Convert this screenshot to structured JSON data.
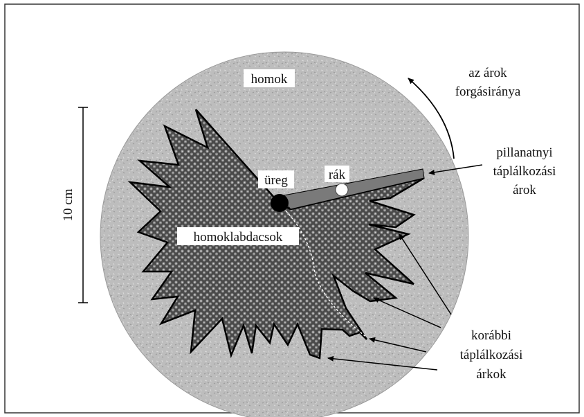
{
  "labels": {
    "sand": "homok",
    "rotation_line1": "az árok",
    "rotation_line2": "forgásiránya",
    "current_trench_line1": "pillanatnyi",
    "current_trench_line2": "táplálkozási",
    "current_trench_line3": "árok",
    "cavity": "üreg",
    "crab": "rák",
    "sand_balls": "homoklabdacsok",
    "previous_trenches_line1": "korábbi",
    "previous_trenches_line2": "táplálkozási",
    "previous_trenches_line3": "árkok",
    "scale": "10 cm"
  },
  "colors": {
    "sand": "#bdbdbd",
    "sand_balls": "#5a5a5a",
    "trench": "#7a7a7a",
    "outline": "#000000",
    "frame": "#333333"
  }
}
